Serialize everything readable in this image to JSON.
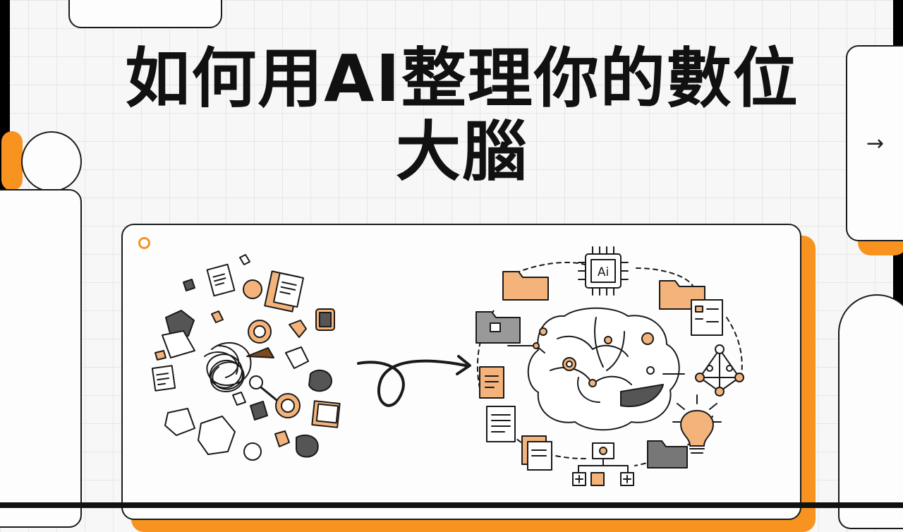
{
  "slide": {
    "title": "如何用AI整理你的數位大腦",
    "next_arrow": "→",
    "chip_label": "Ai"
  },
  "colors": {
    "accent": "#f7931e",
    "ink": "#1a1a1a",
    "paper": "#fdfdfd",
    "grid": "#e6e6e6"
  },
  "icons": {
    "left_cluster": "chaotic-documents-cluster",
    "center_arrow": "loop-arrow-icon",
    "right_cluster": "ai-brain-network",
    "chip": "ai-chip-icon",
    "bulb": "lightbulb-icon",
    "network": "network-icon"
  }
}
